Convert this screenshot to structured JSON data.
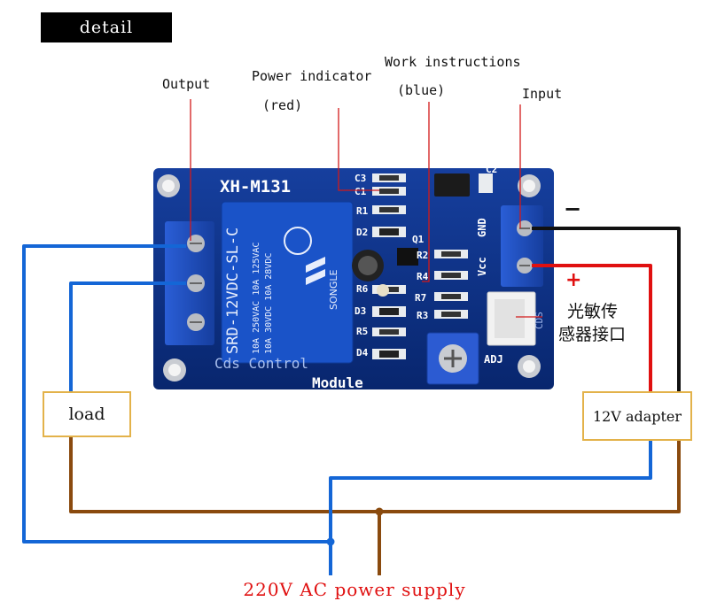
{
  "title": "detail",
  "labels": {
    "output": "Output",
    "power_indicator": "Power indicator",
    "power_color": "(red)",
    "work_instructions": "Work instructions",
    "work_color": "(blue)",
    "input": "Input"
  },
  "board": {
    "model": "XH-M131",
    "module": "Module",
    "control_text": "Cds Control",
    "relay_lines": [
      "10A 250VAC  10A 125VAC",
      "10A 30VDC  10A 28VDC",
      "SRD-12VDC-SL-C"
    ],
    "relay_brand": "SONGLE",
    "pins": {
      "gnd": "GND",
      "vcc": "Vcc",
      "cds": "CDS",
      "adj": "ADJ"
    },
    "components": [
      "C3",
      "C1",
      "R1",
      "D2",
      "Q1",
      "R2",
      "R4",
      "R6",
      "R7",
      "R3",
      "D3",
      "R5",
      "D4",
      "C2"
    ]
  },
  "sensor_label": [
    "光敏传",
    "感器接口"
  ],
  "boxes": {
    "load": "load",
    "adapter": "12V adapter"
  },
  "polarity": {
    "minus": "−",
    "plus": "+"
  },
  "supply": "220V AC power supply",
  "colors": {
    "blue_wire": "#1466d6",
    "brown_wire": "#8a4a0e",
    "red_wire": "#e01010",
    "black_wire": "#111111",
    "board": "#0b2f8a",
    "terminal": "#1f4fc4",
    "box_border": "#e3b24a",
    "leader": "#d21a1a"
  }
}
